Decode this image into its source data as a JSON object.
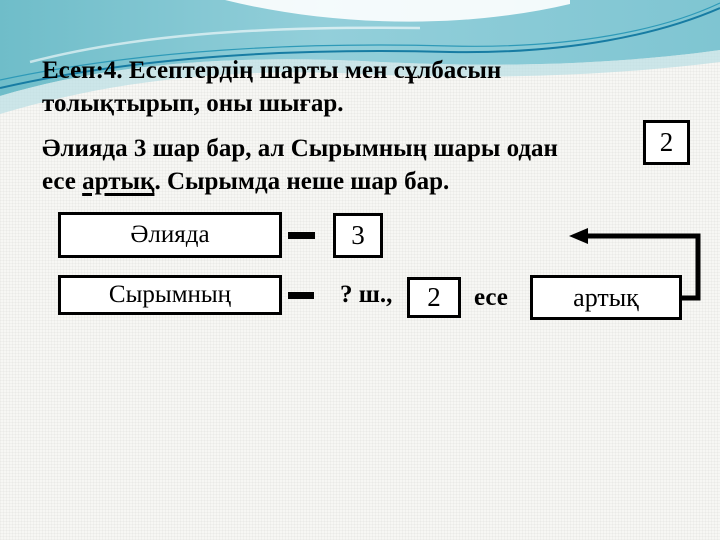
{
  "slide": {
    "title": {
      "line1": "Есеп:4. Есептердің шарты мен сұлбасын",
      "line2": "толықтырып, оны шығар."
    },
    "problem": {
      "line1": "Әлияда 3 шар бар, ал Сырымның шары одан",
      "line2_before": "есе ",
      "line2_underlined": "артық",
      "line2_after": ". Сырымда неше шар бар.",
      "factor_box_value": "2"
    },
    "schema": {
      "row1_label": "Әлияда",
      "row1_value": "3",
      "row2_label": "Сырымның",
      "row2_question": "? ш.,",
      "row2_factor": "2",
      "row2_times_word": "есе",
      "row2_compare_label": "артық"
    },
    "colors": {
      "teal_base": "#74c1cd",
      "teal_light": "#9ad2dc",
      "wave_line_dark": "#177ca3",
      "page_background": "#f7f7f4",
      "ink": "#000000"
    }
  }
}
